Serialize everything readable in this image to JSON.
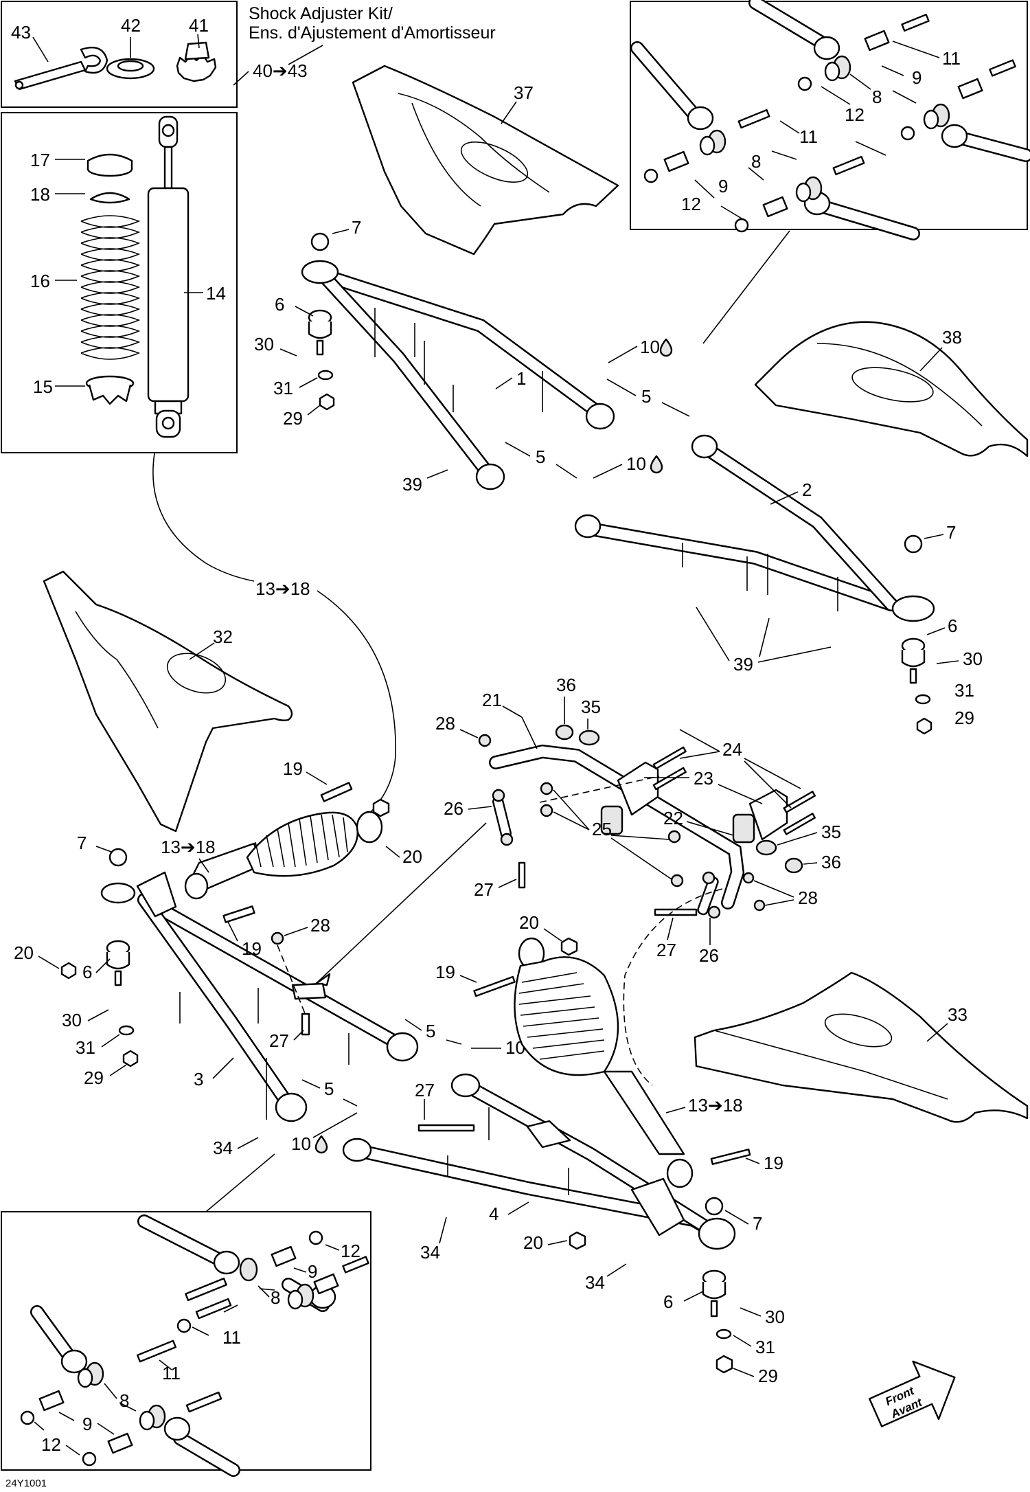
{
  "title_lines": [
    "Shock Adjuster Kit/",
    "Ens. d'Ajustement d'Amortisseur"
  ],
  "range_kit": "40➔43",
  "range_shock": "13➔18",
  "drawing_code": "24Y1001",
  "front_arrow": [
    "Front",
    "Avant"
  ],
  "part_numbers": {
    "p1": "1",
    "p2": "2",
    "p3": "3",
    "p4": "4",
    "p5": "5",
    "p6": "6",
    "p7": "7",
    "p8": "8",
    "p9": "9",
    "p10": "10",
    "p11": "11",
    "p12": "12",
    "p14": "14",
    "p15": "15",
    "p16": "16",
    "p17": "17",
    "p18": "18",
    "p19": "19",
    "p20": "20",
    "p21": "21",
    "p22": "22",
    "p23": "23",
    "p24": "24",
    "p25": "25",
    "p26": "26",
    "p27": "27",
    "p28": "28",
    "p29": "29",
    "p30": "30",
    "p31": "31",
    "p32": "32",
    "p33": "33",
    "p34": "34",
    "p35": "35",
    "p36": "36",
    "p37": "37",
    "p38": "38",
    "p39": "39",
    "p41": "41",
    "p42": "42",
    "p43": "43"
  },
  "icons": [
    "drop-icon",
    "front-arrow-icon"
  ]
}
